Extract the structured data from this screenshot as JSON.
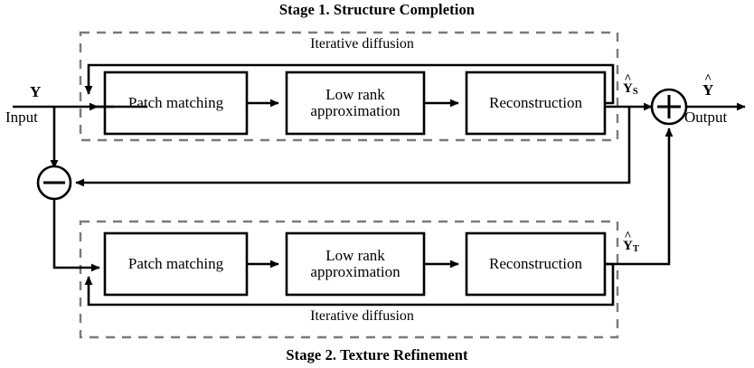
{
  "diagram": {
    "type": "block-diagram",
    "title_top": "Stage 1. Structure Completion",
    "title_bottom": "Stage 2. Texture Refinement",
    "colors": {
      "line": "#000000",
      "dashed_border": "#7a7a7a",
      "background": "#ffffff"
    },
    "input": {
      "symbol_base": "Y",
      "symbol_hat": "",
      "caption": "Input"
    },
    "output": {
      "symbol_base": "Y",
      "symbol_hat": "^",
      "caption": "Output"
    },
    "operators": [
      {
        "name": "subtract-node",
        "glyph": "−",
        "label": "minus"
      },
      {
        "name": "sum-node",
        "glyph": "+",
        "label": "plus"
      }
    ],
    "signals": [
      {
        "name": "structure-output-signal",
        "base": "Y",
        "hat": "^",
        "sub": "S"
      },
      {
        "name": "texture-output-signal",
        "base": "Y",
        "hat": "^",
        "sub": "T"
      }
    ],
    "stages": [
      {
        "id": "stage-1",
        "title": "Stage 1. Structure Completion",
        "loop_label": "Iterative diffusion",
        "loop_label_position": "top",
        "blocks": [
          {
            "id": "patch-matching",
            "lines": [
              "Patch matching"
            ]
          },
          {
            "id": "low-rank",
            "lines": [
              "Low rank",
              "approximation"
            ]
          },
          {
            "id": "reconstruction",
            "lines": [
              "Reconstruction"
            ]
          }
        ]
      },
      {
        "id": "stage-2",
        "title": "Stage 2. Texture Refinement",
        "loop_label": "Iterative diffusion",
        "loop_label_position": "bottom",
        "blocks": [
          {
            "id": "patch-matching",
            "lines": [
              "Patch matching"
            ]
          },
          {
            "id": "low-rank",
            "lines": [
              "Low rank",
              "approximation"
            ]
          },
          {
            "id": "reconstruction",
            "lines": [
              "Reconstruction"
            ]
          }
        ]
      }
    ]
  }
}
